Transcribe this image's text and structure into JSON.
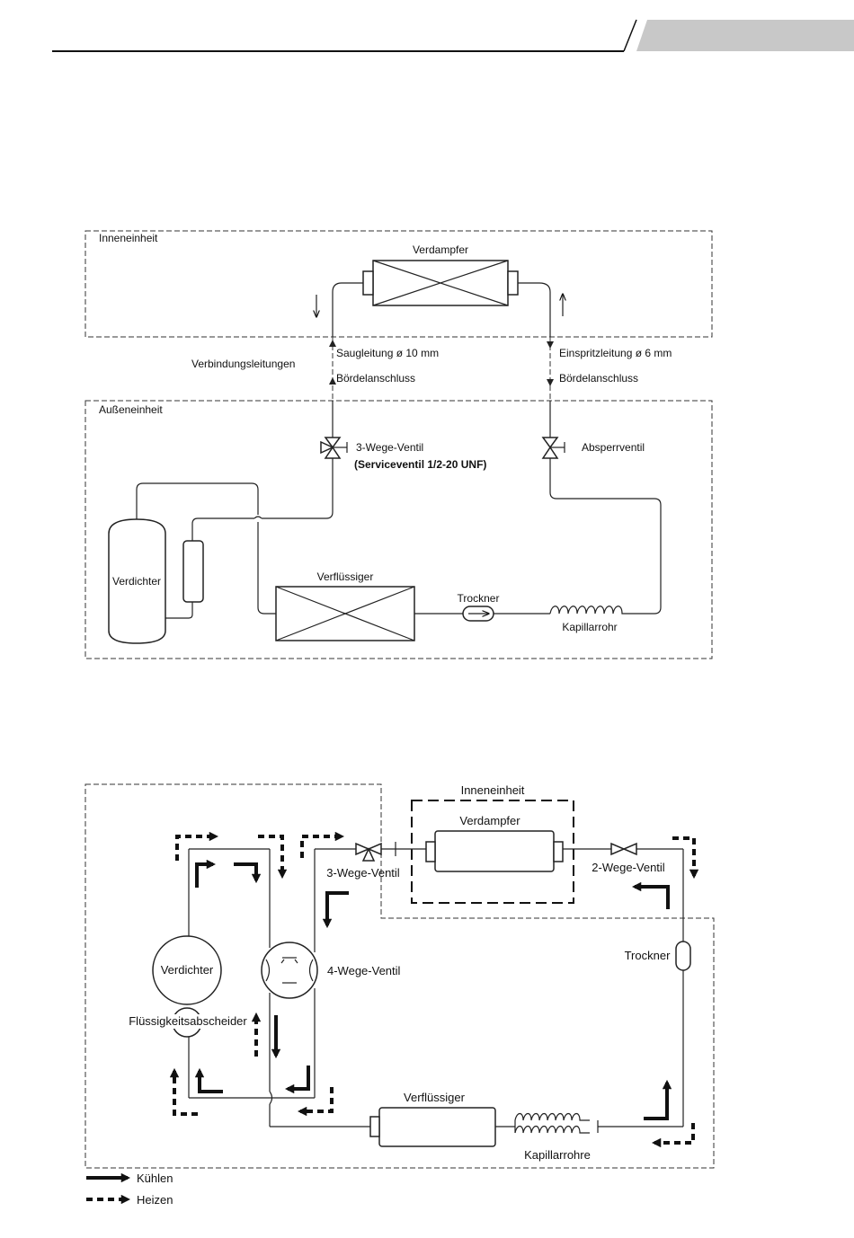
{
  "diagram1": {
    "indoor_unit": "Inneneinheit",
    "evaporator": "Verdampfer",
    "connecting_lines": "Verbindungsleitungen",
    "suction_line": "Saugleitung ø 10 mm",
    "injection_line": "Einspritzleitung ø 6 mm",
    "flare_left": "Bördelanschluss",
    "flare_right": "Bördelanschluss",
    "outdoor_unit": "Außeneinheit",
    "three_way_valve": "3-Wege-Ventil",
    "service_valve": "(Serviceventil 1/2-20 UNF)",
    "shutoff_valve": "Absperrventil",
    "compressor": "Verdichter",
    "condenser": "Verflüssiger",
    "dryer": "Trockner",
    "capillary": "Kapillarrohr"
  },
  "diagram2": {
    "indoor_unit": "Inneneinheit",
    "evaporator": "Verdampfer",
    "three_way_valve": "3-Wege-Ventil",
    "two_way_valve": "2-Wege-Ventil",
    "compressor": "Verdichter",
    "four_way_valve": "4-Wege-Ventil",
    "separator": "Flüssigkeitsabscheider",
    "dryer": "Trockner",
    "condenser": "Verflüssiger",
    "capillaries": "Kapillarrohre"
  },
  "legend": {
    "cooling": "Kühlen",
    "heating": "Heizen"
  }
}
